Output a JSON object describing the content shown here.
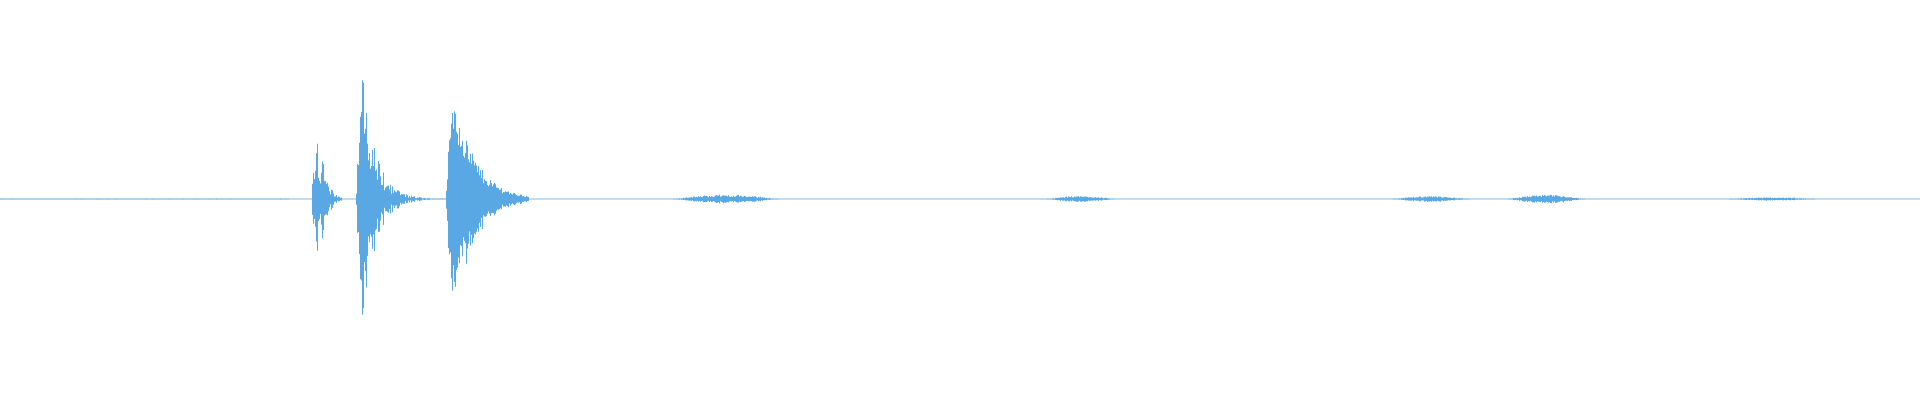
{
  "waveform": {
    "color": "#5aa8e3",
    "baseline_color": "#7dbbe8",
    "background": "#ffffff",
    "amplitude_max": 1.0,
    "duration": 1.0,
    "segments": [
      {
        "name": "noise-floor-a",
        "start": 0.0,
        "end": 0.15,
        "peak": 0.004,
        "attack": 0.0,
        "decay": 0.0,
        "shape": "flat"
      },
      {
        "name": "click-1",
        "start": 0.162,
        "end": 0.178,
        "peak": 0.62,
        "attack": 0.15,
        "decay": 0.6,
        "shape": "burst"
      },
      {
        "name": "click-1-tail",
        "start": 0.166,
        "end": 0.176,
        "peak": 0.32,
        "attack": 0.2,
        "decay": 0.7,
        "shape": "burst"
      },
      {
        "name": "click-2",
        "start": 0.185,
        "end": 0.225,
        "peak": 0.97,
        "attack": 0.08,
        "decay": 0.85,
        "shape": "burst"
      },
      {
        "name": "click-2-tail",
        "start": 0.196,
        "end": 0.232,
        "peak": 0.08,
        "attack": 0.1,
        "decay": 0.9,
        "shape": "burst"
      },
      {
        "name": "burst-3",
        "start": 0.232,
        "end": 0.275,
        "peak": 0.86,
        "attack": 0.08,
        "decay": 0.6,
        "shape": "dense"
      },
      {
        "name": "low-hum-1",
        "start": 0.35,
        "end": 0.405,
        "peak": 0.03,
        "attack": 0.3,
        "decay": 0.4,
        "shape": "soft"
      },
      {
        "name": "low-hum-2",
        "start": 0.545,
        "end": 0.58,
        "peak": 0.022,
        "attack": 0.3,
        "decay": 0.4,
        "shape": "soft"
      },
      {
        "name": "low-hum-3",
        "start": 0.725,
        "end": 0.765,
        "peak": 0.02,
        "attack": 0.3,
        "decay": 0.4,
        "shape": "soft"
      },
      {
        "name": "low-hum-4",
        "start": 0.785,
        "end": 0.825,
        "peak": 0.03,
        "attack": 0.3,
        "decay": 0.4,
        "shape": "soft"
      },
      {
        "name": "low-hum-5",
        "start": 0.9,
        "end": 0.945,
        "peak": 0.012,
        "attack": 0.3,
        "decay": 0.4,
        "shape": "soft"
      }
    ]
  }
}
